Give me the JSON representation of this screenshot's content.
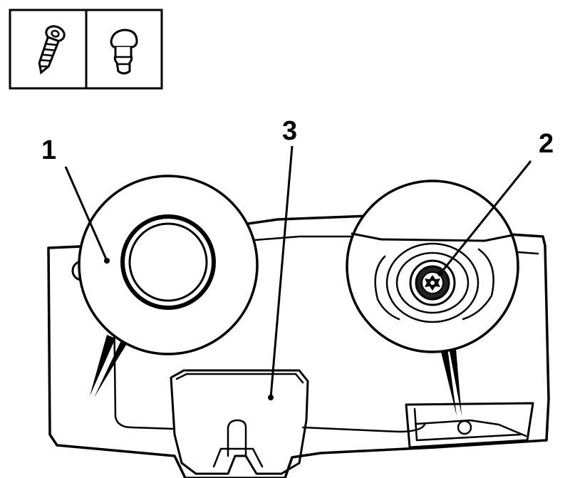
{
  "diagram": {
    "callouts": [
      {
        "label": "1",
        "part": "push-in-fastener-detail"
      },
      {
        "label": "2",
        "part": "torx-screw-detail"
      },
      {
        "label": "3",
        "part": "lock-striker"
      }
    ]
  },
  "icons": [
    "screw-icon",
    "push-clip-icon"
  ]
}
